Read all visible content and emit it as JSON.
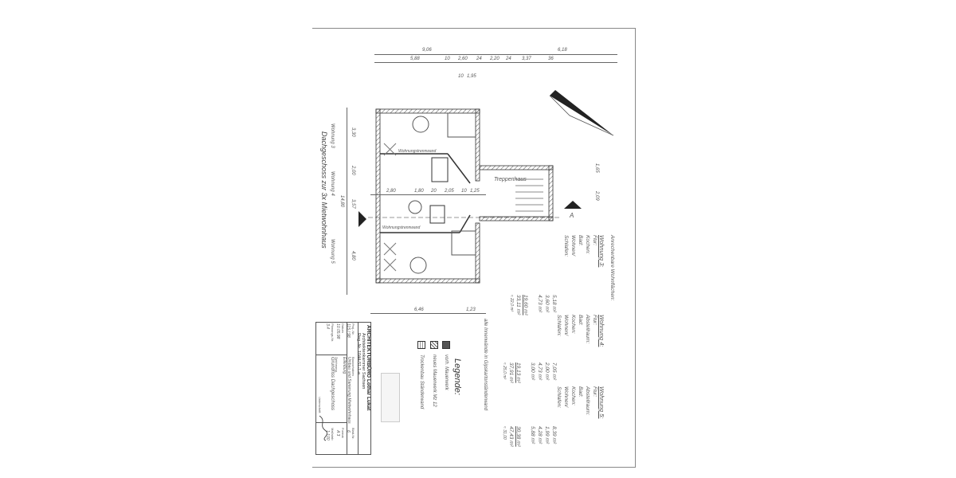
{
  "drawing": {
    "title": "Dachgeschoss zur 3x Mietwohnhaus",
    "apartments_left": [
      "Wohnung 3",
      "Wohnung 4",
      "Wohnung 5"
    ],
    "section_marker": "A",
    "stairwell_label": "Treppenhaus",
    "partition_label_1": "Wohnungstrennwand",
    "partition_label_2": "Wohnungstrennwand",
    "top_dims_outer": [
      "9,06",
      "6,18"
    ],
    "top_dims_inner": [
      "5,88",
      "10",
      "2,60",
      "24",
      "2,20",
      "24",
      "3,37",
      "36"
    ],
    "top_dims_sub": [
      "10",
      "1,95"
    ],
    "left_dims": [
      "3,30",
      "2,00",
      "3,57",
      "4,80"
    ],
    "left_total": "14,80",
    "mid_dims": [
      "2,80",
      "1,80",
      "20",
      "2,05",
      "10",
      "1,25"
    ],
    "bottom_dims": [
      "6,46",
      "1,23"
    ],
    "side_dims": [
      "1,65",
      "2,09"
    ]
  },
  "areas": {
    "header": "Anrechenbare Wohnflächen:",
    "units": [
      {
        "name": "Wohnung 3:",
        "rows": [
          {
            "label": "Flur:",
            "value": "5,18 m²"
          },
          {
            "label": "Kochen:",
            "value": "3,60 m²"
          },
          {
            "label": "Bad:",
            "value": "4,73 m²"
          },
          {
            "label": "Wohnen/",
            "value": ""
          },
          {
            "label": "Schlafen:",
            "value": "19,60 m²"
          }
        ],
        "total": "33,11 m²",
        "note": "≈ 22,0 m²"
      },
      {
        "name": "Wohnung 4:",
        "rows": [
          {
            "label": "Flur:",
            "value": "7,05 m²"
          },
          {
            "label": "Abstellraum:",
            "value": "2,00 m²"
          },
          {
            "label": "Bad:",
            "value": "4,73 m²"
          },
          {
            "label": "Kochen:",
            "value": "3,00 m²"
          },
          {
            "label": "Wohnen/",
            "value": ""
          },
          {
            "label": "Schlafen:",
            "value": "19,13 m²"
          }
        ],
        "total": "37,91 m²",
        "note": "≈ 25,0 m²"
      },
      {
        "name": "Wohnung 5:",
        "rows": [
          {
            "label": "Flur:",
            "value": "8,39 m²"
          },
          {
            "label": "Abstellraum:",
            "value": "1,99 m²"
          },
          {
            "label": "Bad:",
            "value": "4,28 m²"
          },
          {
            "label": "Kochen:",
            "value": "5,88 m²"
          },
          {
            "label": "Wohnen/",
            "value": ""
          },
          {
            "label": "Schlafen:",
            "value": "30,38 m²"
          }
        ],
        "total": "47,43 m²",
        "note": "≈ 31,00"
      }
    ]
  },
  "legend": {
    "note": "alle Innenwände in Gipskartonständerwand",
    "title": "Legende:",
    "items": [
      {
        "label": "vorh. Mauerwerk"
      },
      {
        "label": "neues Mauerwerk Mz 12"
      },
      {
        "label": "Trockenbau Ständerwand"
      }
    ]
  },
  "title_block": {
    "office": "ARCHITEKTURBÜRO Lothar Lukat",
    "office_sub": "Architektenkammer Sachsen",
    "reg": "Reg.-Nr. 1044-51-1-a",
    "project_label": "Bauvorhaben",
    "project": "Umbau und Sanierung Mietwohnhaus Eilenburg",
    "content_label": "Zeichnung",
    "content": "Grundriss Dachgeschoss",
    "proj_no_label": "Proj.-Nr.",
    "proj_no": "115 / 98",
    "date_label": "Datum",
    "date": "10.05.98",
    "plan_no_label": "Planungs-Nr.",
    "plan_no": "3.4",
    "sheet_label": "Blatt-Nr.",
    "sheet": "6",
    "format_label": "Format",
    "format": "A 3",
    "scale_label": "Maßstab",
    "scale": "1:100",
    "signature_label": "Unterschrift"
  }
}
